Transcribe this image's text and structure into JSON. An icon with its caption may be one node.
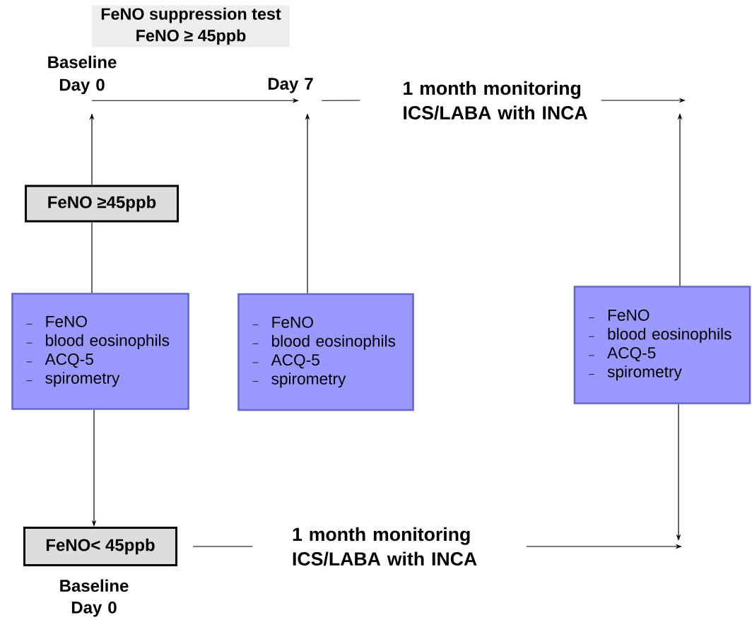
{
  "diagram": {
    "nodes": [
      {
        "text": [
          "FeNO suppression test",
          "FeNO ≥ 45ppb"
        ]
      },
      {
        "text": [
          "Baseline Day 0"
        ]
      },
      {
        "text": [
          "Day 7"
        ]
      },
      {
        "text": [
          "1 month monitoring ICS/LABA with INCA"
        ]
      },
      {
        "text": [
          "FeNO ≥45ppb"
        ]
      },
      {
        "text": [
          "FeNO",
          "blood eosinophils",
          "ACQ-5",
          "spirometry"
        ]
      },
      {
        "text": [
          "FeNO",
          "blood eosinophils",
          "ACQ-5",
          "spirometry"
        ]
      },
      {
        "text": [
          "FeNO",
          "blood eosinophils",
          "ACQ-5",
          "spirometry"
        ]
      },
      {
        "text": [
          "FeNO< 45ppb"
        ],
        "beside": [
          "Baseline Day 0"
        ]
      },
      {
        "text": [
          "1 month monitoring ICS/LABA with INCA"
        ]
      }
    ],
    "edges": [
      {
        "from": 1,
        "to": 2,
        "arrow": "to"
      },
      {
        "from": 2,
        "to": 3,
        "arrow": "none"
      },
      {
        "from": 3,
        "to": null,
        "arrow": "to"
      },
      {
        "from": 4,
        "to": 1,
        "arrow": "to"
      },
      {
        "from": 5,
        "to": 4,
        "arrow": "none"
      },
      {
        "from": 5,
        "to": 8,
        "arrow": "to"
      },
      {
        "from": 6,
        "to": 2,
        "arrow": "to"
      },
      {
        "from": 7,
        "to": null,
        "arrow": "to"
      },
      {
        "from": 7,
        "to": null,
        "arrow": "to"
      },
      {
        "from": 8,
        "to": 9,
        "arrow": "none"
      },
      {
        "from": 9,
        "to": null,
        "arrow": "to"
      }
    ]
  }
}
